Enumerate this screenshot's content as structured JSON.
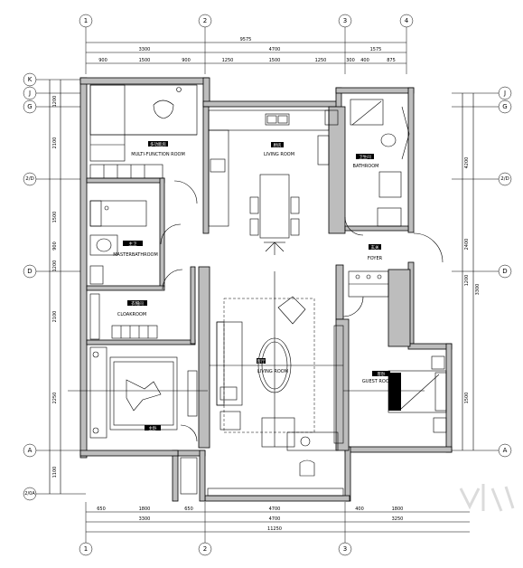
{
  "grid_axes": {
    "columns": [
      "1",
      "2",
      "3",
      "4"
    ],
    "rows_left": [
      "K",
      "J",
      "G",
      "2/D",
      "D",
      "A",
      "2/0A"
    ],
    "rows_right": [
      "J",
      "G",
      "2/D",
      "D",
      "A"
    ]
  },
  "dimensions": {
    "top_total": "9575",
    "top_row1": [
      "3300",
      "4700",
      "1575"
    ],
    "top_row2": [
      "900",
      "1500",
      "900",
      "1250",
      "1500",
      "1250",
      "300",
      "400",
      "875"
    ],
    "bottom_row1": [
      "650",
      "1800",
      "650",
      "4700",
      "400",
      "1800"
    ],
    "bottom_row2": [
      "3300",
      "4700",
      "3250"
    ],
    "bottom_total": "11250",
    "left": [
      "1200",
      "2100",
      "1500",
      "900",
      "1200",
      "2100",
      "2250",
      "1100"
    ],
    "right": [
      "4200",
      "2400",
      "1200",
      "3300",
      "1500"
    ]
  },
  "rooms": {
    "multifunction": {
      "tag": "多功能房",
      "name": "MULTI-FUNCTION ROOM"
    },
    "kitchen": {
      "tag": "厨房",
      "name": "LIVING ROOM"
    },
    "bathroom": {
      "tag": "卫生间",
      "name": "BATHROOM"
    },
    "master_bath": {
      "tag": "主卫",
      "name": "MASTERBATHROOM"
    },
    "foyer": {
      "tag": "玄关",
      "name": "FOYER"
    },
    "cloakroom": {
      "tag": "衣帽间",
      "name": "CLOAKROOM"
    },
    "living": {
      "tag": "客厅",
      "name": "LIVING ROOM"
    },
    "guest": {
      "tag": "客卧",
      "name": "GUEST ROOM"
    },
    "master_bed": {
      "tag": "主卧",
      "name": ""
    }
  }
}
